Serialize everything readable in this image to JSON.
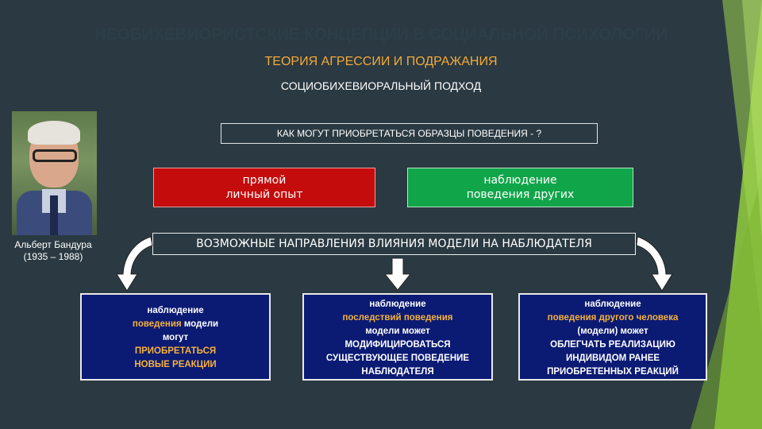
{
  "title": "НЕОБИХЕВИОРИСТСКИЕ КОНЦЕПЦИИ В СОЦИАЛЬНОЙ ПСИХОЛОГИИ",
  "subtitle_theory": "ТЕОРИЯ АГРЕССИИ И ПОДРАЖАНИЯ",
  "subtitle_approach": "СОЦИОБИХЕВИОРАЛЬНЫЙ ПОДХОД",
  "portrait": {
    "name": "Альберт Бандура",
    "years": "(1935 – 1988)"
  },
  "question": "КАК МОГУТ ПРИОБРЕТАТЬСЯ ОБРАЗЦЫ ПОВЕДЕНИЯ - ?",
  "box_direct": {
    "line1": "прямой",
    "line2": "личный опыт"
  },
  "box_observation": {
    "line1": "наблюдение",
    "line2": "поведения других"
  },
  "directions": "ВОЗМОЖНЫЕ НАПРАВЛЕНИЯ ВЛИЯНИЯ МОДЕЛИ НА НАБЛЮДАТЕЛЯ",
  "cards": [
    {
      "l1": "наблюдение",
      "l2a": "поведения",
      "l2b": " модели",
      "l3": "могут",
      "l4": "ПРИОБРЕТАТЬСЯ",
      "l5": "НОВЫЕ РЕАКЦИИ"
    },
    {
      "l1": "наблюдение",
      "l2": "последствий поведения",
      "l3": "модели может",
      "l4": "МОДИФИЦИРОВАТЬСЯ",
      "l5": "СУЩЕСТВУЮЩЕЕ ПОВЕДЕНИЕ",
      "l6": "НАБЛЮДАТЕЛЯ"
    },
    {
      "l1": "наблюдение",
      "l2": "поведения другого человека",
      "l3": "(модели) может",
      "l4": "ОБЛЕГЧАТЬ РЕАЛИЗАЦИЮ",
      "l5": "ИНДИВИДОМ РАНЕЕ",
      "l6": "ПРИОБРЕТЕННЫХ РЕАКЦИЙ"
    }
  ],
  "colors": {
    "background": "#2b3a42",
    "accent_green": "#8dc63f",
    "red_box": "#c40c0c",
    "green_box": "#11a54a",
    "card_blue": "#0b1a73",
    "orange_text": "#f7b23d"
  }
}
